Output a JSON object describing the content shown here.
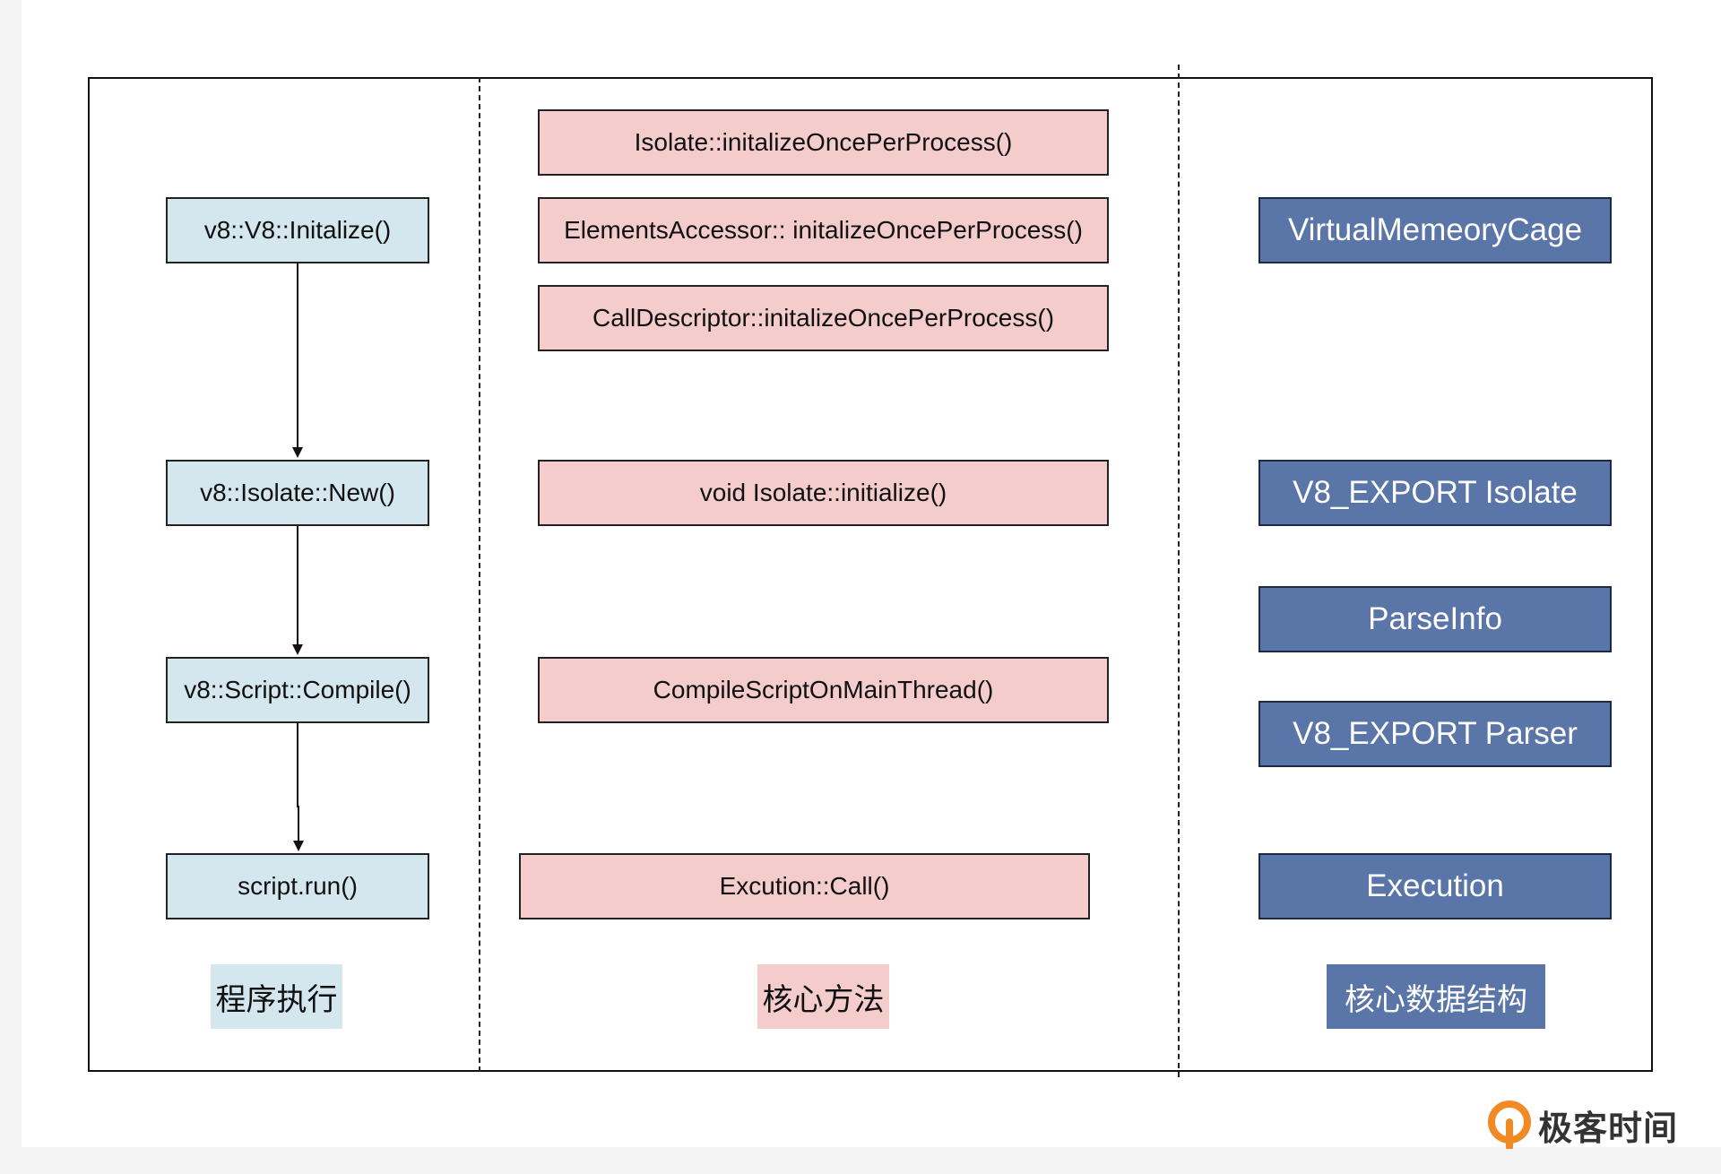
{
  "columns": {
    "program": {
      "label": "程序执行",
      "steps": [
        "v8::V8::Initalize()",
        "v8::Isolate::New()",
        "v8::Script::Compile()",
        "script.run()"
      ]
    },
    "methods": {
      "label": "核心方法",
      "items": [
        "Isolate::initalizeOncePerProcess()",
        "ElementsAccessor:: initalizeOncePerProcess()",
        "CallDescriptor::initalizeOncePerProcess()",
        "void Isolate::initialize()",
        "CompileScriptOnMainThread()",
        "Excution::Call()"
      ]
    },
    "data_structures": {
      "label": "核心数据结构",
      "items": [
        "VirtualMemeoryCage",
        "V8_EXPORT Isolate",
        "ParseInfo",
        "V8_EXPORT Parser",
        "Execution"
      ]
    }
  },
  "watermark": {
    "text": "极客时间",
    "icon": "geektime-logo-icon"
  },
  "colors": {
    "program_fill": "#d4e6ee",
    "method_fill": "#f3cccb",
    "data_fill": "#5a75a8"
  }
}
